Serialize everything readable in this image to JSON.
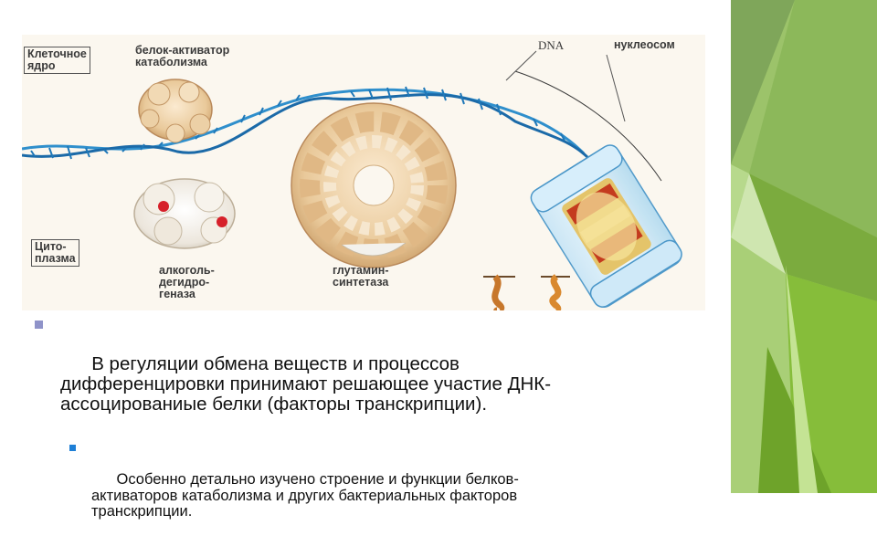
{
  "figure": {
    "labels": {
      "nucleus": "Клеточное\nядро",
      "activator": "белок-активатор\nкатаболизма",
      "dna": "DNA",
      "nucleosome": "нуклеосом",
      "cytoplasm": "Цито-\nплазма",
      "adh": "алкоголь-\nдегидро-\nгеназа",
      "glutamine": "глутамин-\nсинтетаза"
    }
  },
  "content": {
    "bullet1": "В регуляции обмена веществ и процессов\nдифференцировки принимают решающее участие ДНК-\nассоцированиые белки (факторы транскрипции).",
    "bullet2": "Особенно детально изучено строение и функции белков-\nактиваторов катаболизма и других бактериальных факторов\nтранскрипции."
  },
  "colors": {
    "bullet_level1": "#8f93c9",
    "bullet_level2": "#1e7fd6",
    "accent_green": "#8cc63f"
  }
}
